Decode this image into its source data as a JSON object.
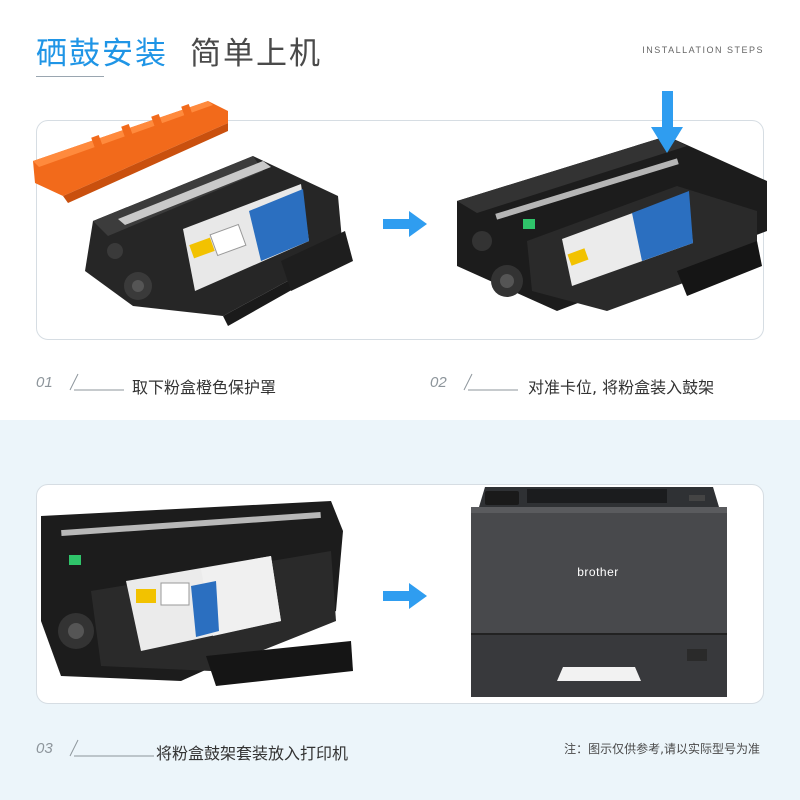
{
  "header": {
    "title_main": "硒鼓安装",
    "title_sub": "简单上机",
    "title_en": "INSTALLATION STEPS"
  },
  "steps": [
    {
      "num": "01",
      "text": "取下粉盒橙色保护罩"
    },
    {
      "num": "02",
      "text": "对准卡位, 将粉盒装入鼓架"
    },
    {
      "num": "03",
      "text": "将粉盒鼓架套装放入打印机"
    }
  ],
  "note": "注：图示仅供参考,请以实际型号为准",
  "printer": {
    "brand": "brother"
  },
  "colors": {
    "accent": "#1f95e6",
    "arrow": "#2f9df0",
    "protector": "#f26a1b",
    "lower_bg": "#ecf5fa"
  }
}
